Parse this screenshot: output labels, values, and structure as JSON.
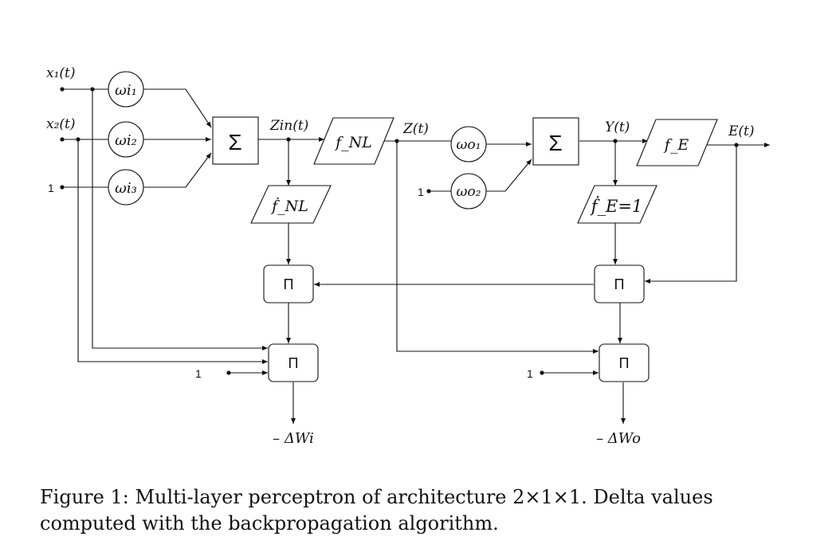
{
  "inputs": {
    "x1": "x₁(t)",
    "x2": "x₂(t)",
    "bias": "1"
  },
  "weights": {
    "wi1": "ωi₁",
    "wi2": "ωi₂",
    "wi3": "ωi₃",
    "wo1": "ωo₁",
    "wo2": "ωo₂"
  },
  "nodes": {
    "sum_symbol": "Σ",
    "product_symbol": "Π",
    "f_nl": "f_NL",
    "f_e": "f_E",
    "f_nl_dot": "ḟ_NL",
    "f_e_dot": "ḟ_E=1"
  },
  "signals": {
    "zin": "Zin(t)",
    "z": "Z(t)",
    "y": "Y(t)",
    "e": "E(t)",
    "bias_one": "1"
  },
  "outputs": {
    "delta_wi": "– ΔWi",
    "delta_wo": "– ΔWo"
  },
  "caption": "Figure 1: Multi-layer perceptron of architecture 2×1×1. Delta values computed with the backpropagation algorithm."
}
